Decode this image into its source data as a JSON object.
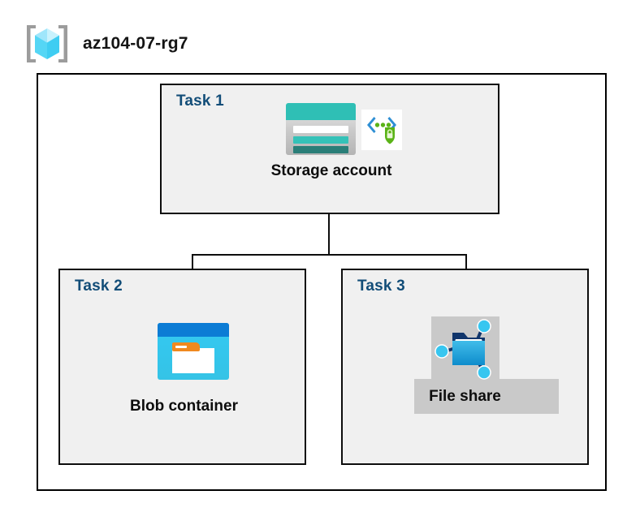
{
  "resource_group": {
    "name": "az104-07-rg7",
    "icon": "resource-group-cube-icon"
  },
  "diagram": {
    "type": "azure-architecture-diagram",
    "colors": {
      "task_label": "#124d78",
      "box_fill": "#f0f0f0",
      "box_border": "#0d0d0d",
      "connector": "#0d0d0d",
      "storage_teal": "#2fbfb5",
      "storage_teal_dark": "#2a7e78",
      "blob_blue": "#0c7cd5",
      "blob_cyan": "#33c9f2",
      "blob_orange": "#f0891f",
      "fileshare_blue": "#2aa9e0",
      "fileshare_navy": "#10356b",
      "highlight_gray": "#c9c9c9",
      "badge_green": "#5ab317",
      "badge_blue": "#2e8fd4"
    },
    "tasks": [
      {
        "id": "task1",
        "label": "Task 1",
        "node_label": "Storage account",
        "icon": "storage-account-icon",
        "badge_icon": "secure-endpoint-shield-icon",
        "highlighted": false
      },
      {
        "id": "task2",
        "label": "Task 2",
        "node_label": "Blob container",
        "icon": "blob-container-icon",
        "badge_icon": null,
        "highlighted": false
      },
      {
        "id": "task3",
        "label": "Task 3",
        "node_label": "File share",
        "icon": "file-share-icon",
        "badge_icon": null,
        "highlighted": true
      }
    ],
    "connections": [
      {
        "from": "task1",
        "to": "task2"
      },
      {
        "from": "task1",
        "to": "task3"
      }
    ]
  }
}
